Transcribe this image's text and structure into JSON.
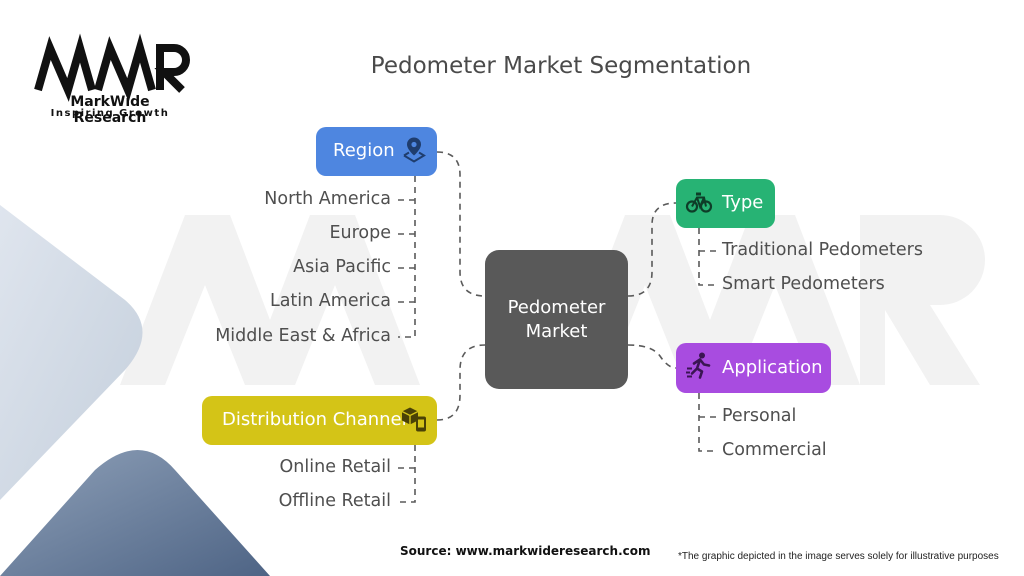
{
  "title": "Pedometer Market Segmentation",
  "logo": {
    "name": "MarkWide Research",
    "tagline": "Inspiring Growth"
  },
  "center": {
    "line1": "Pedometer",
    "line2": "Market"
  },
  "categories": {
    "region": {
      "label": "Region",
      "icon": "map-pin-icon",
      "color": "#4e86e0",
      "items": [
        "North America",
        "Europe",
        "Asia Pacific",
        "Latin America",
        "Middle East & Africa"
      ]
    },
    "type": {
      "label": "Type",
      "icon": "bicycle-icon",
      "color": "#27b374",
      "items": [
        "Traditional Pedometers",
        "Smart Pedometers"
      ]
    },
    "application": {
      "label": "Application",
      "icon": "runner-icon",
      "color": "#a84ce0",
      "items": [
        "Personal",
        "Commercial"
      ]
    },
    "distribution": {
      "label": "Distribution Channel",
      "icon": "package-phone-icon",
      "color": "#d4c417",
      "items": [
        "Online Retail",
        "Offline Retail"
      ]
    }
  },
  "footer": {
    "source": "Source: www.markwideresearch.com",
    "disclaimer": "*The graphic depicted in the image serves solely for illustrative purposes"
  }
}
